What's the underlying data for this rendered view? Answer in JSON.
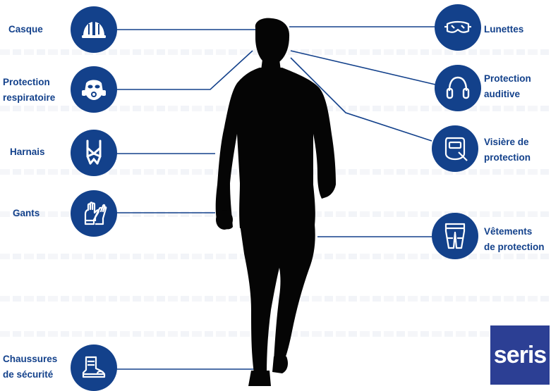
{
  "items_left": [
    {
      "id": "casque",
      "label": "Casque",
      "icon": "hard-hat-icon"
    },
    {
      "id": "respiratoire",
      "label_lines": [
        "Protection",
        "respiratoire"
      ],
      "icon": "respirator-mask-icon"
    },
    {
      "id": "harnais",
      "label": "Harnais",
      "icon": "safety-harness-icon"
    },
    {
      "id": "gants",
      "label": "Gants",
      "icon": "gloves-icon"
    },
    {
      "id": "chaussures",
      "label_lines": [
        "Chaussures",
        "de sécurité"
      ],
      "icon": "safety-boot-icon"
    }
  ],
  "items_right": [
    {
      "id": "lunettes",
      "label": "Lunettes",
      "icon": "goggles-icon"
    },
    {
      "id": "auditive",
      "label_lines": [
        "Protection",
        "auditive"
      ],
      "icon": "ear-muffs-icon"
    },
    {
      "id": "visiere",
      "label_lines": [
        "Visière de",
        "protection"
      ],
      "icon": "welding-visor-icon"
    },
    {
      "id": "vetements",
      "label_lines": [
        "Vêtements",
        "de protection"
      ],
      "icon": "protective-clothing-icon"
    }
  ],
  "logo": {
    "text": "seris",
    "color": "#2c3f94"
  },
  "colors": {
    "accent": "#13418b",
    "silhouette": "#050505"
  }
}
